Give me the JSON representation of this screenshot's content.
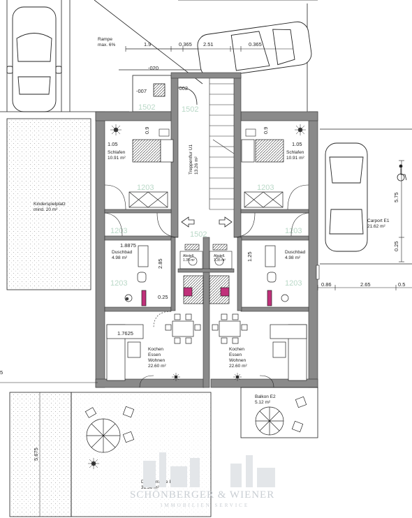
{
  "rooms": {
    "rampe": "Rampe",
    "rampe_slope": "max. 6%",
    "schlafen_left": "Schlafen",
    "schlafen_left_area": "10.91 m²",
    "schlafen_right": "Schlafen",
    "schlafen_right_area": "10.91 m²",
    "treppenflur": "Treppenflur U1",
    "treppenflur_area": "13.26 m²",
    "kinderspielplatz": "Kinderspielplatz",
    "kinderspielplatz_area": "mind. 20 m²",
    "carport": "Carport E1",
    "carport_area": "21.62 m²",
    "duschbad_left": "Duschbad",
    "duschbad_left_area": "4.98 m²",
    "duschbad_right": "Duschbad",
    "duschbad_right_area": "4.98 m²",
    "abstell_left": "Abstell.",
    "abstell_left_area": "1.35 m²",
    "abstell_right": "Abstell.",
    "abstell_right_area": "1.35 m²",
    "kochen_left_1": "Kochen",
    "kochen_left_2": "Essen",
    "kochen_left_3": "Wohnen",
    "kochen_left_area": "22.60 m²",
    "kochen_right_1": "Kochen",
    "kochen_right_2": "Essen",
    "kochen_right_3": "Wohnen",
    "kochen_right_area": "22.60 m²",
    "balkon": "Balkon E2",
    "balkon_area": "5.12 m²",
    "dachterrasse": "Dachterrasse E1",
    "dachterrasse_area": "31.36 m²"
  },
  "dimensions": {
    "d_1_9": "1.9",
    "d_0_365_a": "0.365",
    "d_2_51": "2.51",
    "d_0_365_b": "0.365",
    "d_020": "-020",
    "d_007": "-007",
    "d_002": "-002",
    "d_1_05_l": "1.05",
    "d_1_05_r": "1.05",
    "d_0_9_l": "0.9",
    "d_0_9_r": "0.9",
    "d_5_75": "5.75",
    "d_0_25_r": "0.25",
    "d_1_8875": "1.8875",
    "d_2_85": "2.85",
    "d_1_25": "1.25",
    "d_0_86": "0.86",
    "d_2_65": "2.65",
    "d_0_5": "0.5",
    "d_0_25_b": "0.25",
    "d_1_7625": "1.7625",
    "d_5_675": "5.675",
    "d_5": "5"
  },
  "height_marks": {
    "h1": "1502",
    "h2": "1502",
    "h3": "1203",
    "h4": "1203",
    "h5": "1502",
    "h6": "1203",
    "h7": "1203",
    "h8": "1203",
    "h9": "1203"
  },
  "watermark": {
    "brand": "SCHÖNBERGER & WIENER",
    "sub": "IMMOBILIEN SERVICE"
  },
  "colors": {
    "wall": "#8a8a8a",
    "line": "#222222",
    "height_mark": "#b9d8c7",
    "accent": "#c0307a"
  }
}
